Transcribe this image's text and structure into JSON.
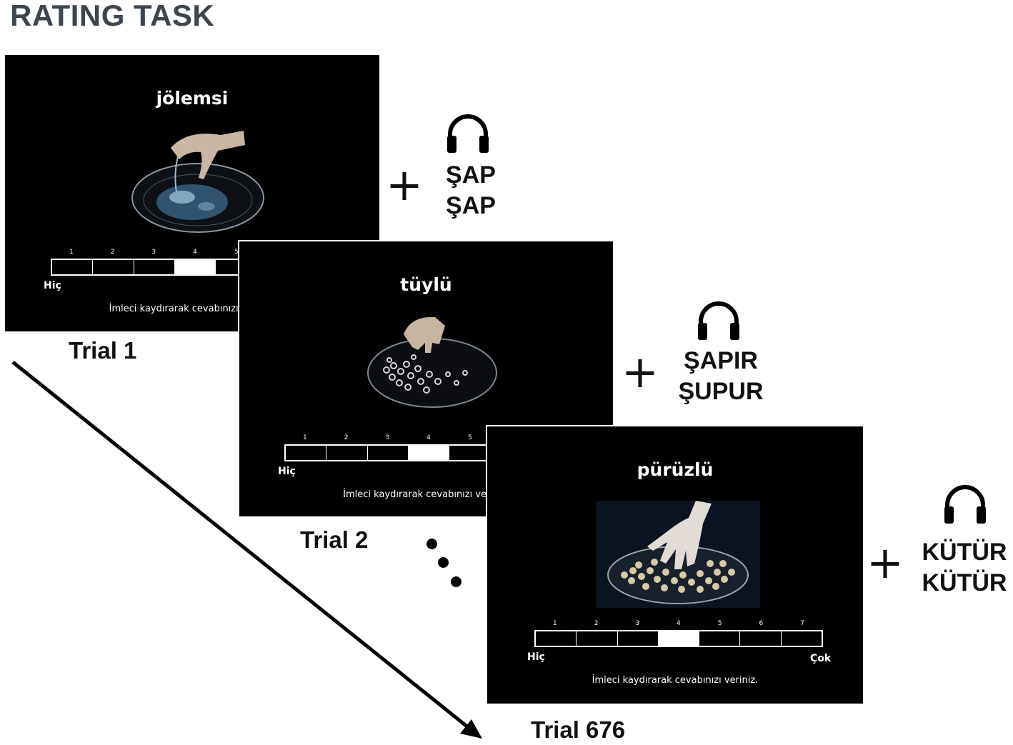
{
  "title": "RATING TASK",
  "scale_numbers": [
    "1",
    "2",
    "3",
    "4",
    "5",
    "6",
    "7"
  ],
  "selected_value": 4,
  "anchor_left": "Hiç",
  "anchor_right": "Çok",
  "instruction": "İmleci kaydırarak cevabınızı veriniz.",
  "plus": "+",
  "icon": "headphones-icon",
  "trials": [
    {
      "label": "Trial 1",
      "word": "jölemsi",
      "sound_line1": "ŞAP",
      "sound_line2": "ŞAP"
    },
    {
      "label": "Trial 2",
      "word": "tüylü",
      "sound_line1": "ŞAPIR",
      "sound_line2": "ŞUPUR"
    },
    {
      "label": "Trial 676",
      "word": "pürüzlü",
      "sound_line1": "KÜTÜR",
      "sound_line2": "KÜTÜR"
    }
  ],
  "colors": {
    "panel": "#000000",
    "title": "#3d464f",
    "ink": "#111111"
  }
}
